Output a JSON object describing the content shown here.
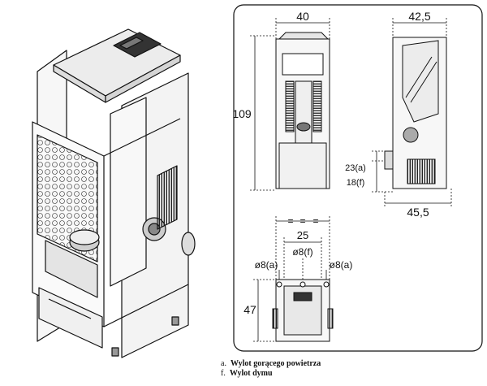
{
  "figure": {
    "front_view": {
      "width_label": "40",
      "height_label": "109"
    },
    "side_view": {
      "depth_top_label": "42,5",
      "depth_bottom_label": "45,5",
      "outlet_a_height_label": "23(a)",
      "outlet_f_height_label": "18(f)"
    },
    "top_view": {
      "equal_marks": [
        "=",
        "=",
        "="
      ],
      "spacing_label": "25",
      "outlet_f_label": "ø8(f)",
      "outlet_a_left_label": "ø8(a)",
      "outlet_a_right_label": "ø8(a)",
      "depth_label": "47"
    }
  },
  "legend": [
    {
      "key": "a.",
      "text": "Wylot gorącego powietrza"
    },
    {
      "key": "f.",
      "text": "Wylot dymu"
    }
  ]
}
